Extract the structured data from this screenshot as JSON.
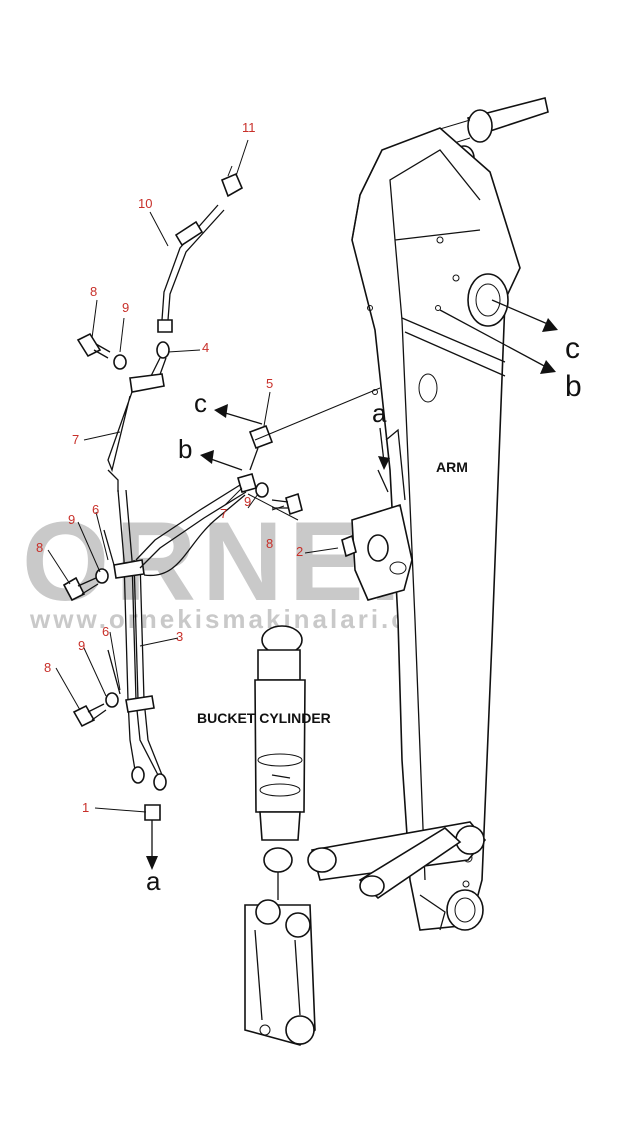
{
  "watermark": {
    "brand": "ORNEK",
    "url": "www.ornekismakinalari.com.tr"
  },
  "labels": {
    "arm": "ARM",
    "bucket_cylinder": "BUCKET CYLINDER"
  },
  "references": {
    "a": "a",
    "b": "b",
    "c": "c"
  },
  "callouts": {
    "n1": "1",
    "n2": "2",
    "n3": "3",
    "n4": "4",
    "n5": "5",
    "n6": "6",
    "n7": "7",
    "n8": "8",
    "n9": "9",
    "n10": "10",
    "n11": "11"
  },
  "colors": {
    "callout": "#c8302a",
    "line": "#111111",
    "watermark": "#c9c9c9"
  }
}
